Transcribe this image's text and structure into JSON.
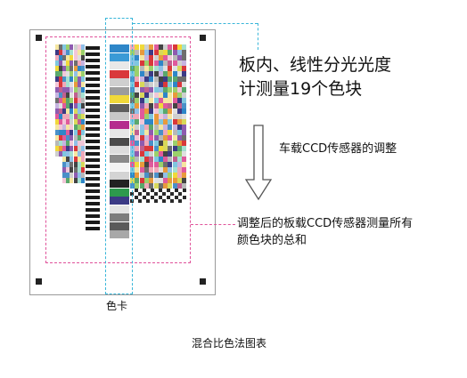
{
  "annotations": {
    "meter_count": "板内、线性分光光度\n计测量19个色块",
    "ccd_adjust": "车载CCD传感器的调整",
    "ccd_measure": "调整后的板载CCD传感器测量所有\n颜色块的总和"
  },
  "color_card_label": "色卡",
  "caption": "混合比色法图表",
  "colors": {
    "magenta_dash": "#e0529a",
    "cyan_dash": "#39b6d9",
    "sheet_border": "#9a9a9a"
  },
  "reference_strip_swatches": [
    "#2e86c8",
    "#3a9ad6",
    "#e8e8e8",
    "#d9383b",
    "#cfcfcf",
    "#9c9c9c",
    "#f0d93a",
    "#5e5e5e",
    "#c8c8c8",
    "#b52c8e",
    "#e6e6e6",
    "#4a4a4a",
    "#dcdcdc",
    "#8a8a8a",
    "#f3f3f3",
    "#d4d4d4",
    "#222222",
    "#2d9a4d",
    "#3b3a85",
    "#e3e3e3",
    "#7c7c7c",
    "#5a5a5a",
    "#a8a8a8"
  ]
}
